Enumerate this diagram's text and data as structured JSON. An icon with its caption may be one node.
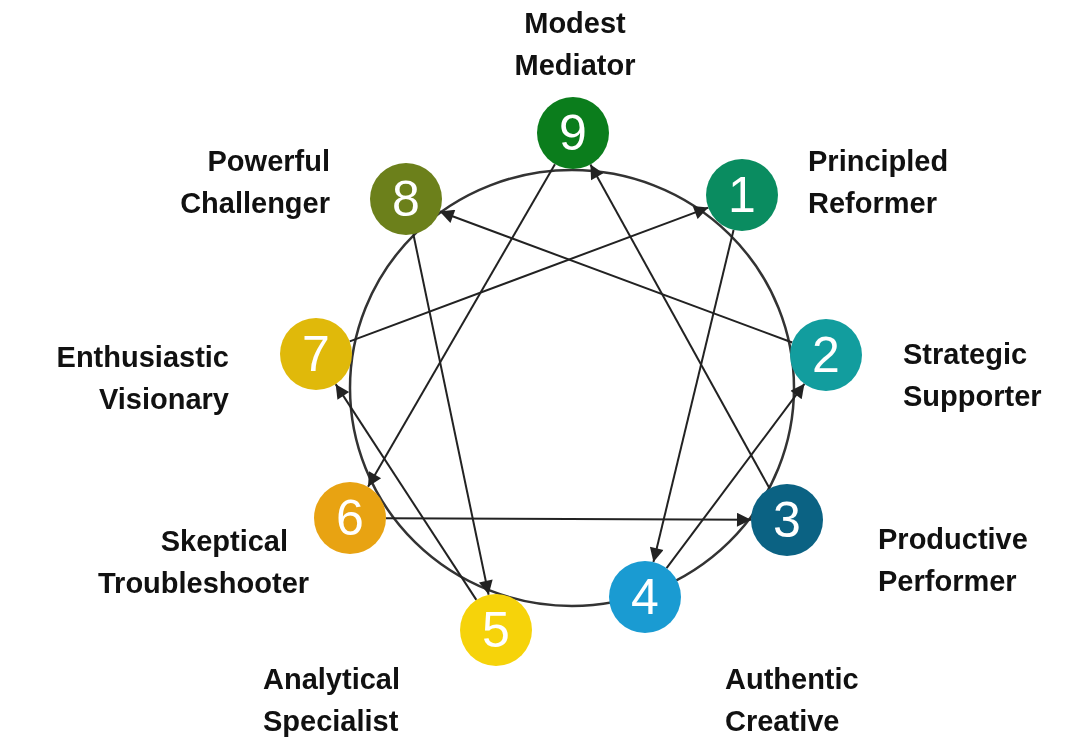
{
  "diagram": {
    "nodes": [
      {
        "text": [
          "9"
        ],
        "beside": [
          "Modest Mediator"
        ]
      },
      {
        "text": [
          "8"
        ],
        "beside": [
          "Powerful Challenger"
        ]
      },
      {
        "text": [
          "1"
        ],
        "beside": [
          "Principled Reformer"
        ]
      },
      {
        "text": [
          "7"
        ],
        "beside": [
          "Enthusiastic Visionary"
        ]
      },
      {
        "text": [
          "2"
        ],
        "beside": [
          "Strategic Supporter"
        ]
      },
      {
        "text": [
          "6"
        ],
        "beside": [
          "Skeptical Troubleshooter"
        ]
      },
      {
        "text": [
          "3"
        ],
        "beside": [
          "Productive Performer"
        ]
      },
      {
        "text": [
          "5"
        ],
        "beside": [
          "Analytical Specialist"
        ]
      },
      {
        "text": [
          "4"
        ],
        "beside": [
          "Authentic Creative"
        ]
      }
    ],
    "edges": [
      {
        "from": 2,
        "to": 8,
        "arrow": "to"
      },
      {
        "from": 8,
        "to": 4,
        "arrow": "to"
      },
      {
        "from": 4,
        "to": 1,
        "arrow": "to"
      },
      {
        "from": 1,
        "to": 7,
        "arrow": "to"
      },
      {
        "from": 7,
        "to": 3,
        "arrow": "to"
      },
      {
        "from": 3,
        "to": 2,
        "arrow": "to"
      },
      {
        "from": 6,
        "to": 0,
        "arrow": "to"
      },
      {
        "from": 0,
        "to": 5,
        "arrow": "to"
      },
      {
        "from": 5,
        "to": 6,
        "arrow": "to"
      }
    ]
  }
}
